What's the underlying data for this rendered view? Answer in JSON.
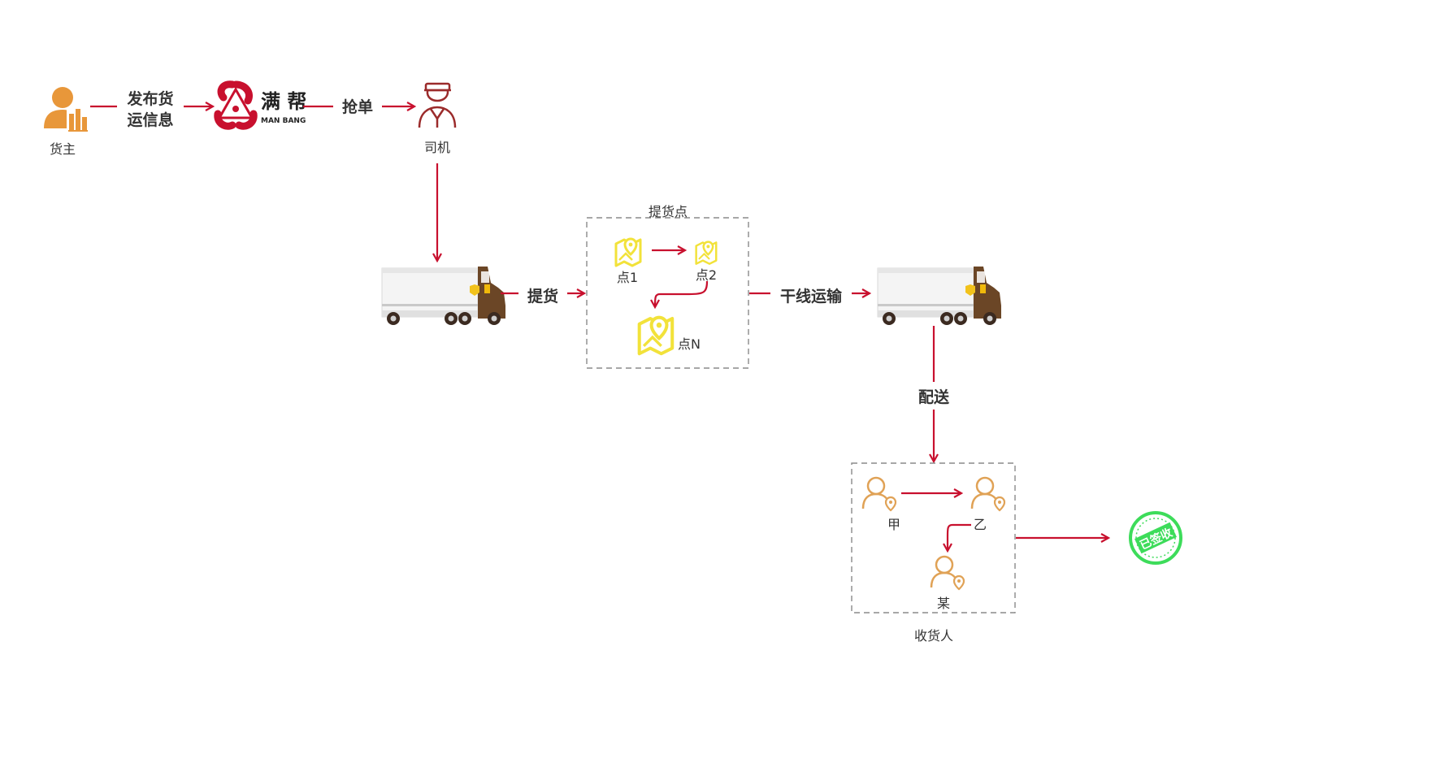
{
  "labels": {
    "shipper": "货主",
    "publish_line1": "发布货",
    "publish_line2": "运信息",
    "brand_cn": "满 帮",
    "brand_en": "MAN BANG",
    "grab_order": "抢单",
    "driver": "司机",
    "pickup_action": "提货",
    "pickup_points_title": "提货点",
    "point_1": "点1",
    "point_2": "点2",
    "point_n": "点N",
    "trunk_transport": "干线运输",
    "delivery": "配送",
    "recipient_a": "甲",
    "recipient_b": "乙",
    "recipient_c": "某",
    "recipients_title": "收货人",
    "stamp_text": "已签收"
  },
  "colors": {
    "arrow": "#c8102e",
    "shipper": "#e8973a",
    "brand": "#c8102e",
    "driver": "#9b2b2b",
    "map_pin": "#f2e23a",
    "person": "#e0a256",
    "stamp": "#3ddc5a",
    "truck_cab": "#6b4626",
    "text": "#333333"
  },
  "icons": {
    "shipper": "shipper-person-icon",
    "brand": "manbang-logo-icon",
    "driver": "driver-icon",
    "truck": "truck-icon",
    "map_pin": "map-pin-icon",
    "person": "person-location-icon",
    "stamp": "signed-stamp-icon"
  }
}
